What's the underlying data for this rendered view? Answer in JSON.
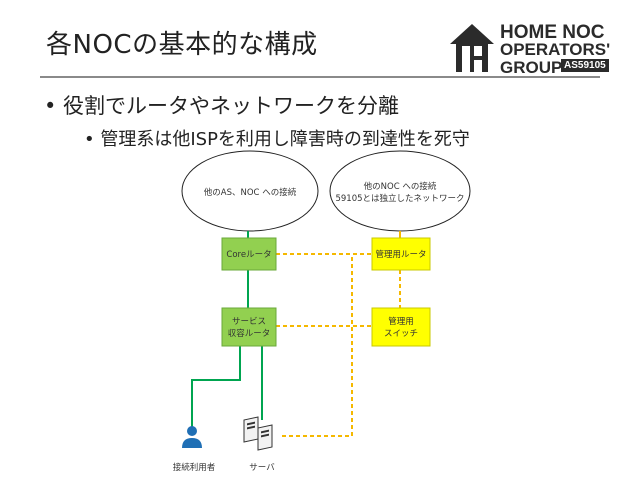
{
  "slide": {
    "title": "各NOCの基本的な構成",
    "bullet1": "• 役割でルータやネットワークを分離",
    "bullet2": "• 管理系は他ISPを利用し障害時の到達性を死守"
  },
  "logo": {
    "line1": "HOME NOC",
    "line2": "OPERATORS'",
    "line3": "GROUP",
    "asn": "AS59105"
  },
  "diagram": {
    "cloud_left": "他のAS、NOC への接続",
    "cloud_right_line1": "他のNOC への接続",
    "cloud_right_line2": "59105とは独立したネットワーク",
    "core_router": "Coreルータ",
    "mgmt_router": "管理用ルータ",
    "service_router_line1": "サービス",
    "service_router_line2": "収容ルータ",
    "mgmt_switch_line1": "管理用",
    "mgmt_switch_line2": "スイッチ",
    "user_label": "接続利用者",
    "server_label": "サーバ",
    "colors": {
      "router_green": "#92d050",
      "mgmt_yellow": "#ffff00",
      "link_green": "#00a550",
      "mgmt_link": "#f5b800"
    }
  }
}
